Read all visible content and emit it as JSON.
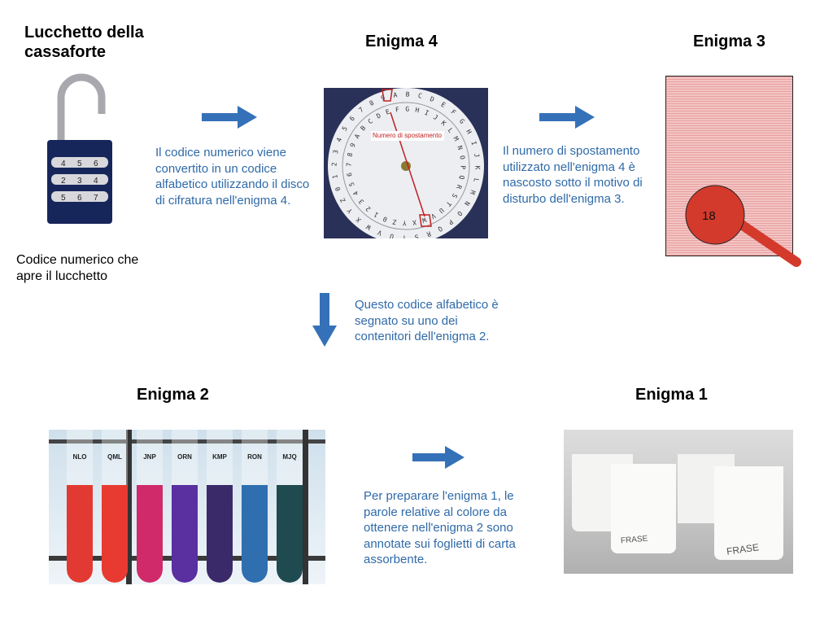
{
  "lock": {
    "title": "Lucchetto della cassaforte",
    "caption": "Codice numerico che apre il lucchetto",
    "rows": [
      [
        "4",
        "5",
        "6"
      ],
      [
        "2",
        "3",
        "4"
      ],
      [
        "5",
        "6",
        "7"
      ]
    ]
  },
  "enigma4": {
    "title": "Enigma 4",
    "label": "Numero di spostamento"
  },
  "enigma3": {
    "title": "Enigma 3",
    "number": "18"
  },
  "enigma2": {
    "title": "Enigma 2",
    "tubes": [
      {
        "label": "NLO",
        "color": "#e23a32"
      },
      {
        "label": "QML",
        "color": "#e83a30"
      },
      {
        "label": "JNP",
        "color": "#d02a6a"
      },
      {
        "label": "ORN",
        "color": "#5a2fa0"
      },
      {
        "label": "KMP",
        "color": "#3a2a6a"
      },
      {
        "label": "RON",
        "color": "#2f6fb0"
      },
      {
        "label": "MJQ",
        "color": "#1f4a50"
      }
    ]
  },
  "enigma1": {
    "title": "Enigma 1",
    "cup_labels": [
      "FRASE",
      "FRASE"
    ]
  },
  "texts": {
    "t1": "Il codice numerico viene convertito in un codice alfabetico utilizzando il disco di cifratura nell'enigma 4.",
    "t2": "Il numero di spostamento utilizzato nell'enigma 4 è nascosto sotto il motivo di disturbo dell'enigma 3.",
    "t3": "Questo codice alfabetico è segnato su uno dei contenitori dell'enigma 2.",
    "t4": "Per preparare l'enigma 1, le parole relative al colore da ottenere nell'enigma 2 sono annotate sui foglietti di carta assorbente."
  },
  "colors": {
    "arrow": "#3571b8",
    "text": "#2f6aa8"
  }
}
